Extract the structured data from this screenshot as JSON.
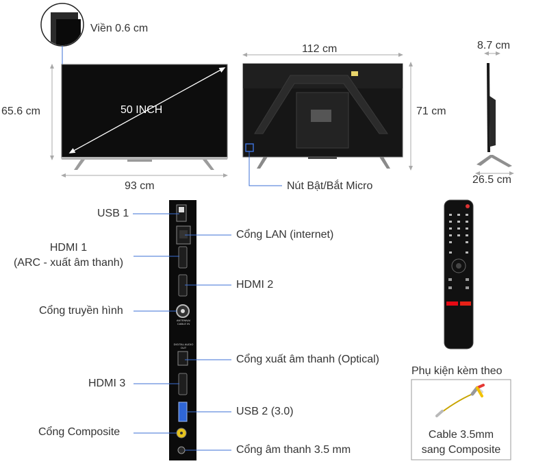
{
  "tv": {
    "bezel_label": "Viền 0.6 cm",
    "diagonal_label": "50 INCH",
    "front_height": "65.6 cm",
    "front_width": "93 cm",
    "back_width": "112 cm",
    "back_height": "71 cm",
    "side_depth_top": "8.7 cm",
    "side_depth_bottom": "26.5 cm",
    "power_button_label": "Nút Bật/Bắt Micro"
  },
  "ports": {
    "usb1": "USB 1",
    "hdmi1_line1": "HDMI 1",
    "hdmi1_line2": "(ARC - xuất âm thanh)",
    "antenna": "Cổng truyền hình",
    "hdmi3": "HDMI 3",
    "composite": "Cổng Composite",
    "lan": "Cổng LAN (internet)",
    "hdmi2": "HDMI 2",
    "optical": "Cổng xuất âm thanh (Optical)",
    "usb2": "USB 2 (3.0)",
    "audio35": "Cổng âm thanh 3.5 mm",
    "panel_antenna_text": "ANTENNA/ CABLE IN",
    "panel_digital_text": "DIGITAL AUDIO OUT"
  },
  "accessories": {
    "title": "Phụ kiện kèm theo",
    "item_line1": "Cable 3.5mm",
    "item_line2": "sang Composite"
  },
  "colors": {
    "line_blue": "#3b6fd4",
    "dim_gray": "#a9a9a9",
    "tv_black": "#0d0d0d"
  }
}
